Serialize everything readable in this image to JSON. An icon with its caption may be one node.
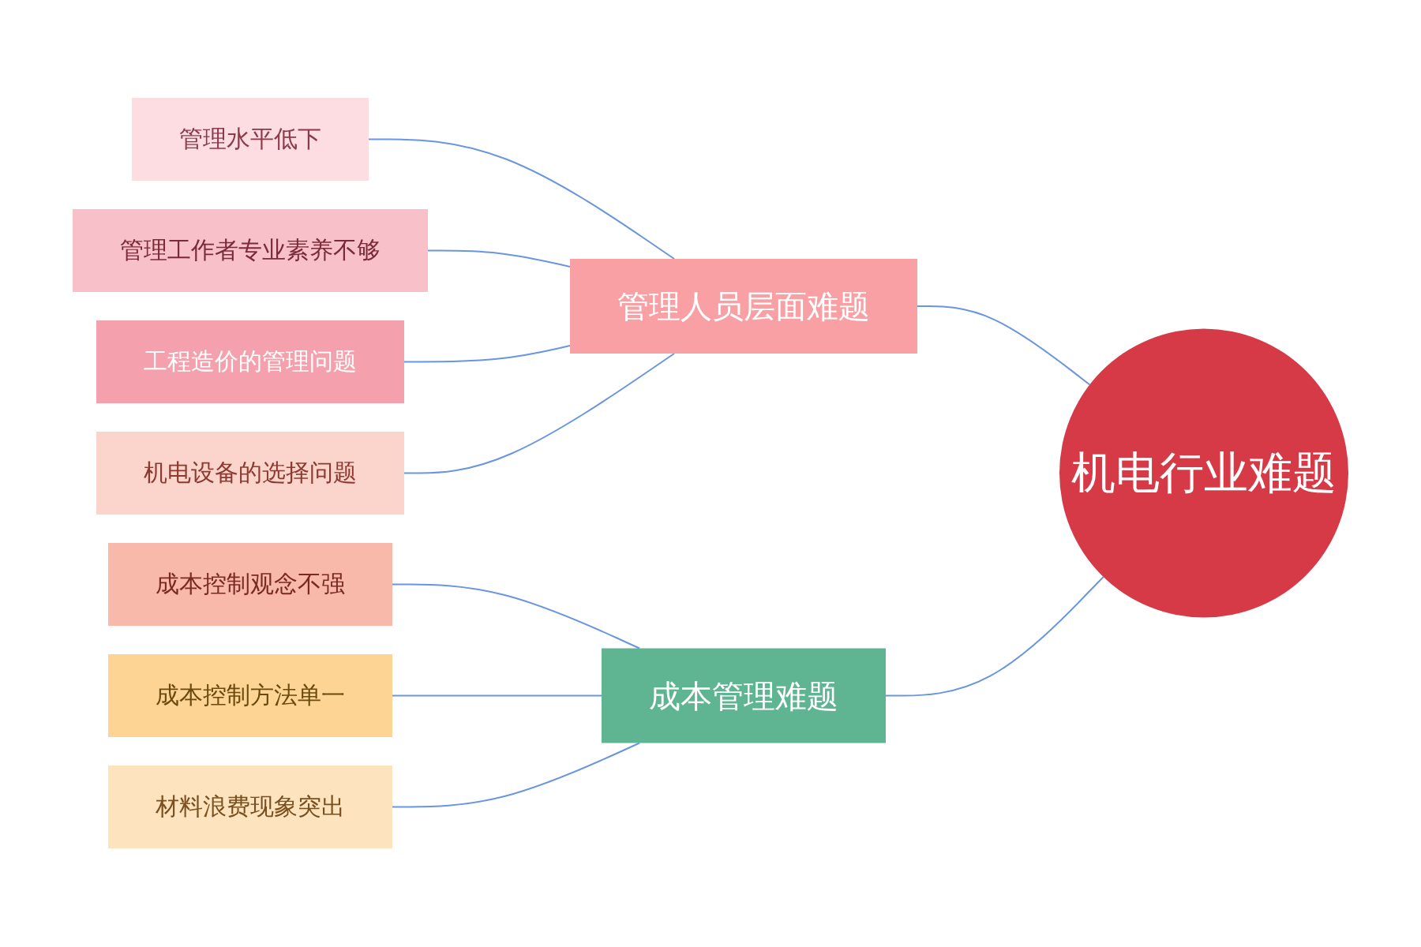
{
  "diagram": {
    "nodes": [
      {
        "text": [
          "管理水平低下"
        ]
      },
      {
        "text": [
          "管理工作者专业素养不够"
        ]
      },
      {
        "text": [
          "工程造价的管理问题"
        ]
      },
      {
        "text": [
          "机电设备的选择问题"
        ]
      },
      {
        "text": [
          "成本控制观念不强"
        ]
      },
      {
        "text": [
          "成本控制方法单一"
        ]
      },
      {
        "text": [
          "材料浪费现象突出"
        ]
      },
      {
        "text": [
          "管理人员层面难题"
        ]
      },
      {
        "text": [
          "成本管理难题"
        ]
      },
      {
        "text": [
          "机电行业难题"
        ]
      }
    ],
    "edges": [
      {
        "from": 0,
        "to": 7,
        "arrow": "none"
      },
      {
        "from": 1,
        "to": 7,
        "arrow": "none"
      },
      {
        "from": 2,
        "to": 7,
        "arrow": "none"
      },
      {
        "from": 3,
        "to": 7,
        "arrow": "none"
      },
      {
        "from": 4,
        "to": 8,
        "arrow": "none"
      },
      {
        "from": 5,
        "to": 8,
        "arrow": "none"
      },
      {
        "from": 6,
        "to": 8,
        "arrow": "none"
      },
      {
        "from": 7,
        "to": 9,
        "arrow": "none"
      },
      {
        "from": 8,
        "to": 9,
        "arrow": "none"
      }
    ]
  }
}
